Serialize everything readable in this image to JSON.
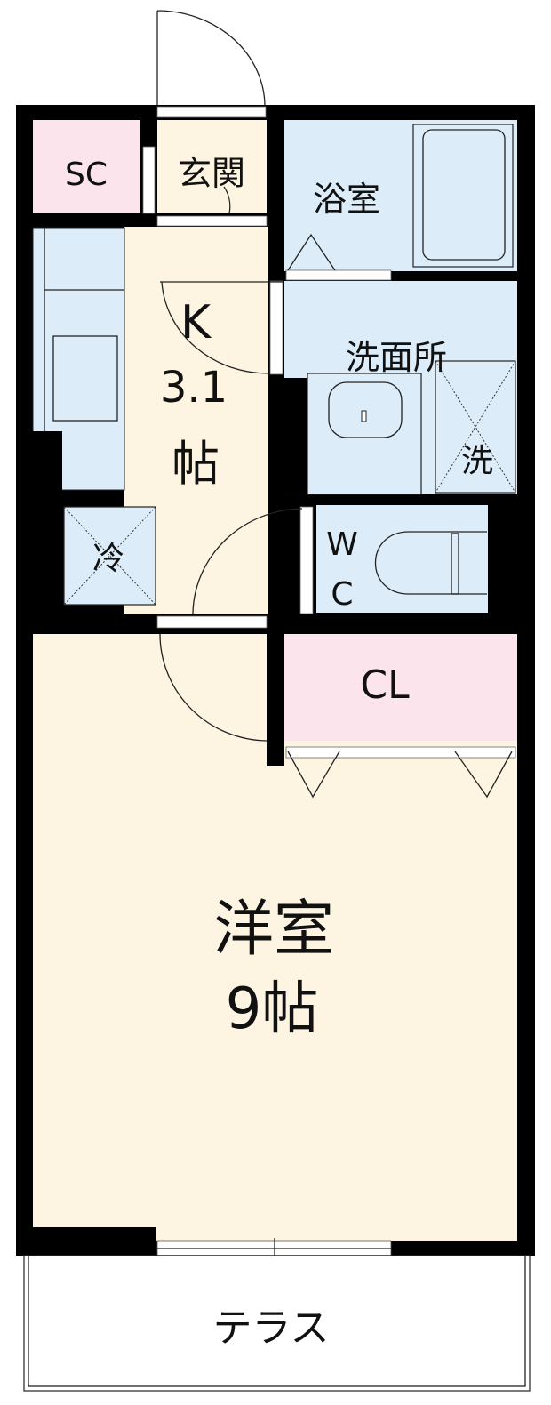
{
  "rooms": {
    "sc": "SC",
    "genkan": "玄関",
    "bath": "浴室",
    "washroom": "洗面所",
    "washer": "洗",
    "kitchen_name": "K",
    "kitchen_size": "3.1",
    "kitchen_unit": "帖",
    "fridge": "冷",
    "wc_w": "W",
    "wc_c": "C",
    "closet": "CL",
    "western_name": "洋室",
    "western_size": "9帖",
    "terrace": "テラス"
  },
  "colors": {
    "wall": "#000000",
    "cream": "#fdf5e2",
    "blue": "#dcedf9",
    "pink": "#fbe4ec"
  }
}
